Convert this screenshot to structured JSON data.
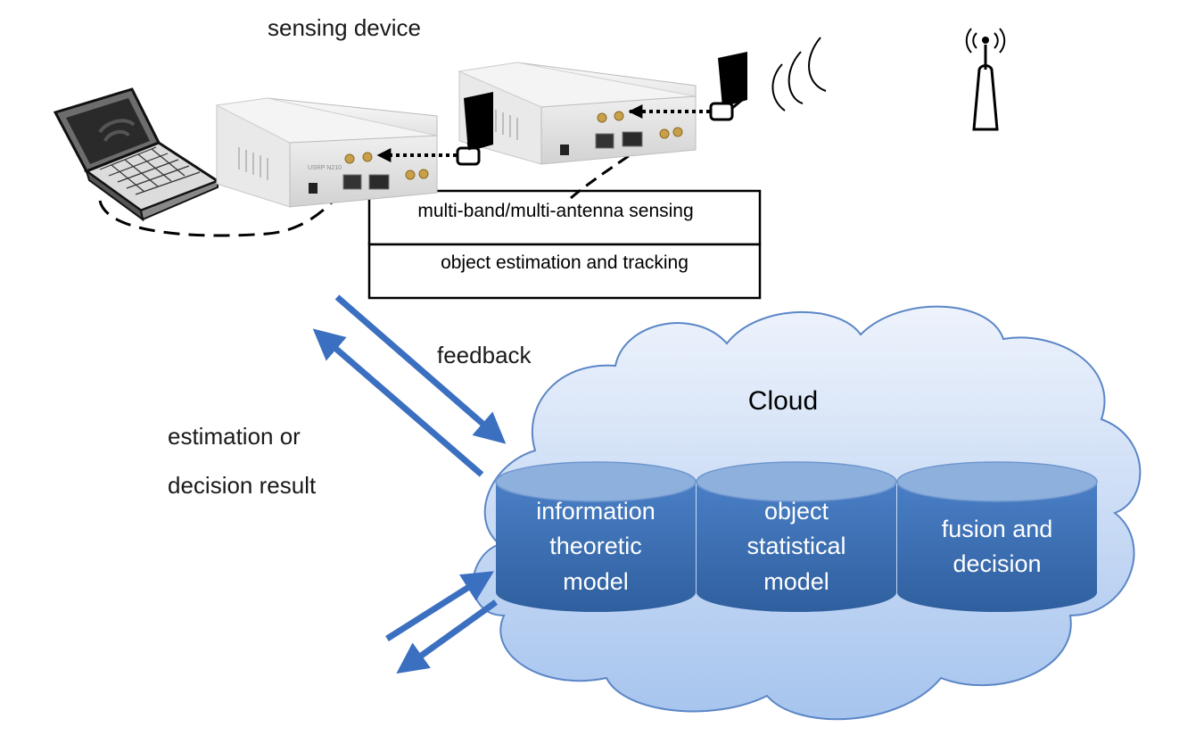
{
  "labels": {
    "sensing_device": "sensing device",
    "feedback": "feedback",
    "estimation_line1": "estimation or",
    "estimation_line2": "decision result"
  },
  "processing_box": {
    "row1": "multi-band/multi-antenna sensing",
    "row2": "object estimation and tracking"
  },
  "cloud": {
    "title": "Cloud",
    "modules": [
      {
        "lines": [
          "information",
          "theoretic",
          "model"
        ]
      },
      {
        "lines": [
          "object",
          "statistical",
          "model"
        ]
      },
      {
        "lines": [
          "fusion and",
          "decision"
        ]
      }
    ]
  },
  "device_markings": {
    "usrp_label": "USRP N210"
  },
  "colors": {
    "arrow": "#3b6fc0",
    "cylinder_top": "#8eb0dd",
    "cylinder_body": "#3f72bb",
    "cloud_fill_top": "#e9f0fb",
    "cloud_fill_bottom": "#a9c6ef",
    "cloud_stroke": "#5b86c6"
  },
  "icons": [
    "laptop-icon",
    "usrp-device-icon",
    "antenna-icon",
    "wireless-signal-icon",
    "access-point-icon",
    "cloud-icon",
    "database-cylinder-icon"
  ]
}
